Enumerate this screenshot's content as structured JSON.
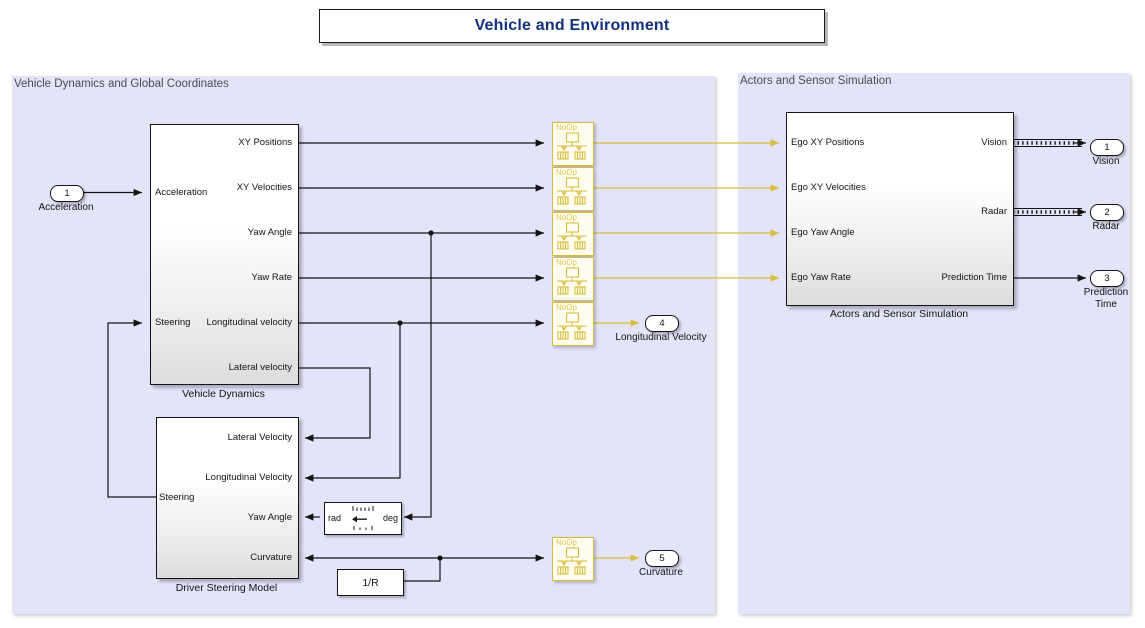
{
  "title_banner": {
    "text": "Vehicle and Environment"
  },
  "accent_colors": {
    "title_text": "#12307c",
    "area_fill": "#e3e3fa",
    "area_label": "#4c4c54",
    "noop_border": "#d8b93c",
    "noop_signal_line": "#d9bd3d",
    "wire": "#141414"
  },
  "areas": [
    {
      "name": "vehicle-dynamics-area",
      "label": "Vehicle Dynamics and Global Coordinates"
    },
    {
      "name": "actors-sensor-area",
      "label": "Actors and Sensor Simulation"
    }
  ],
  "blocks": {
    "vehicle_dynamics": {
      "caption": "Vehicle Dynamics",
      "inputs": [
        "Acceleration",
        "Steering"
      ],
      "outputs": [
        "XY Positions",
        "XY Velocities",
        "Yaw Angle",
        "Yaw Rate",
        "Longitudinal velocity",
        "Lateral velocity"
      ]
    },
    "driver_steering_model": {
      "caption": "Driver Steering Model",
      "inputs": [
        "Lateral Velocity",
        "Longitudinal Velocity",
        "Yaw Angle",
        "Curvature"
      ],
      "outputs": [
        "Steering"
      ]
    },
    "actors_sensor_simulation": {
      "caption": "Actors and Sensor Simulation",
      "inputs": [
        "Ego XY Positions",
        "Ego XY Velocities",
        "Ego Yaw Angle",
        "Ego Yaw Rate"
      ],
      "outputs": [
        "Vision",
        "Radar",
        "Prediction Time"
      ]
    },
    "unit_converter": {
      "left_label": "rad",
      "right_label": "deg"
    },
    "curvature_gain": {
      "label": "1/R"
    },
    "noop_label": "NoOp"
  },
  "ports": {
    "inports": [
      {
        "number": "1",
        "caption": "Acceleration"
      }
    ],
    "outports": [
      {
        "number": "1",
        "caption": "Vision"
      },
      {
        "number": "2",
        "caption": "Radar"
      },
      {
        "number": "3",
        "caption": "Prediction\nTime"
      },
      {
        "number": "4",
        "caption": "Longitudinal Velocity"
      },
      {
        "number": "5",
        "caption": "Curvature"
      }
    ]
  },
  "noop_blocks": [
    {
      "name": "noop-xy-positions",
      "label": "NoOp"
    },
    {
      "name": "noop-xy-velocities",
      "label": "NoOp"
    },
    {
      "name": "noop-yaw-angle",
      "label": "NoOp"
    },
    {
      "name": "noop-yaw-rate",
      "label": "NoOp"
    },
    {
      "name": "noop-longitudinal-velocity",
      "label": "NoOp"
    },
    {
      "name": "noop-curvature",
      "label": "NoOp"
    }
  ]
}
